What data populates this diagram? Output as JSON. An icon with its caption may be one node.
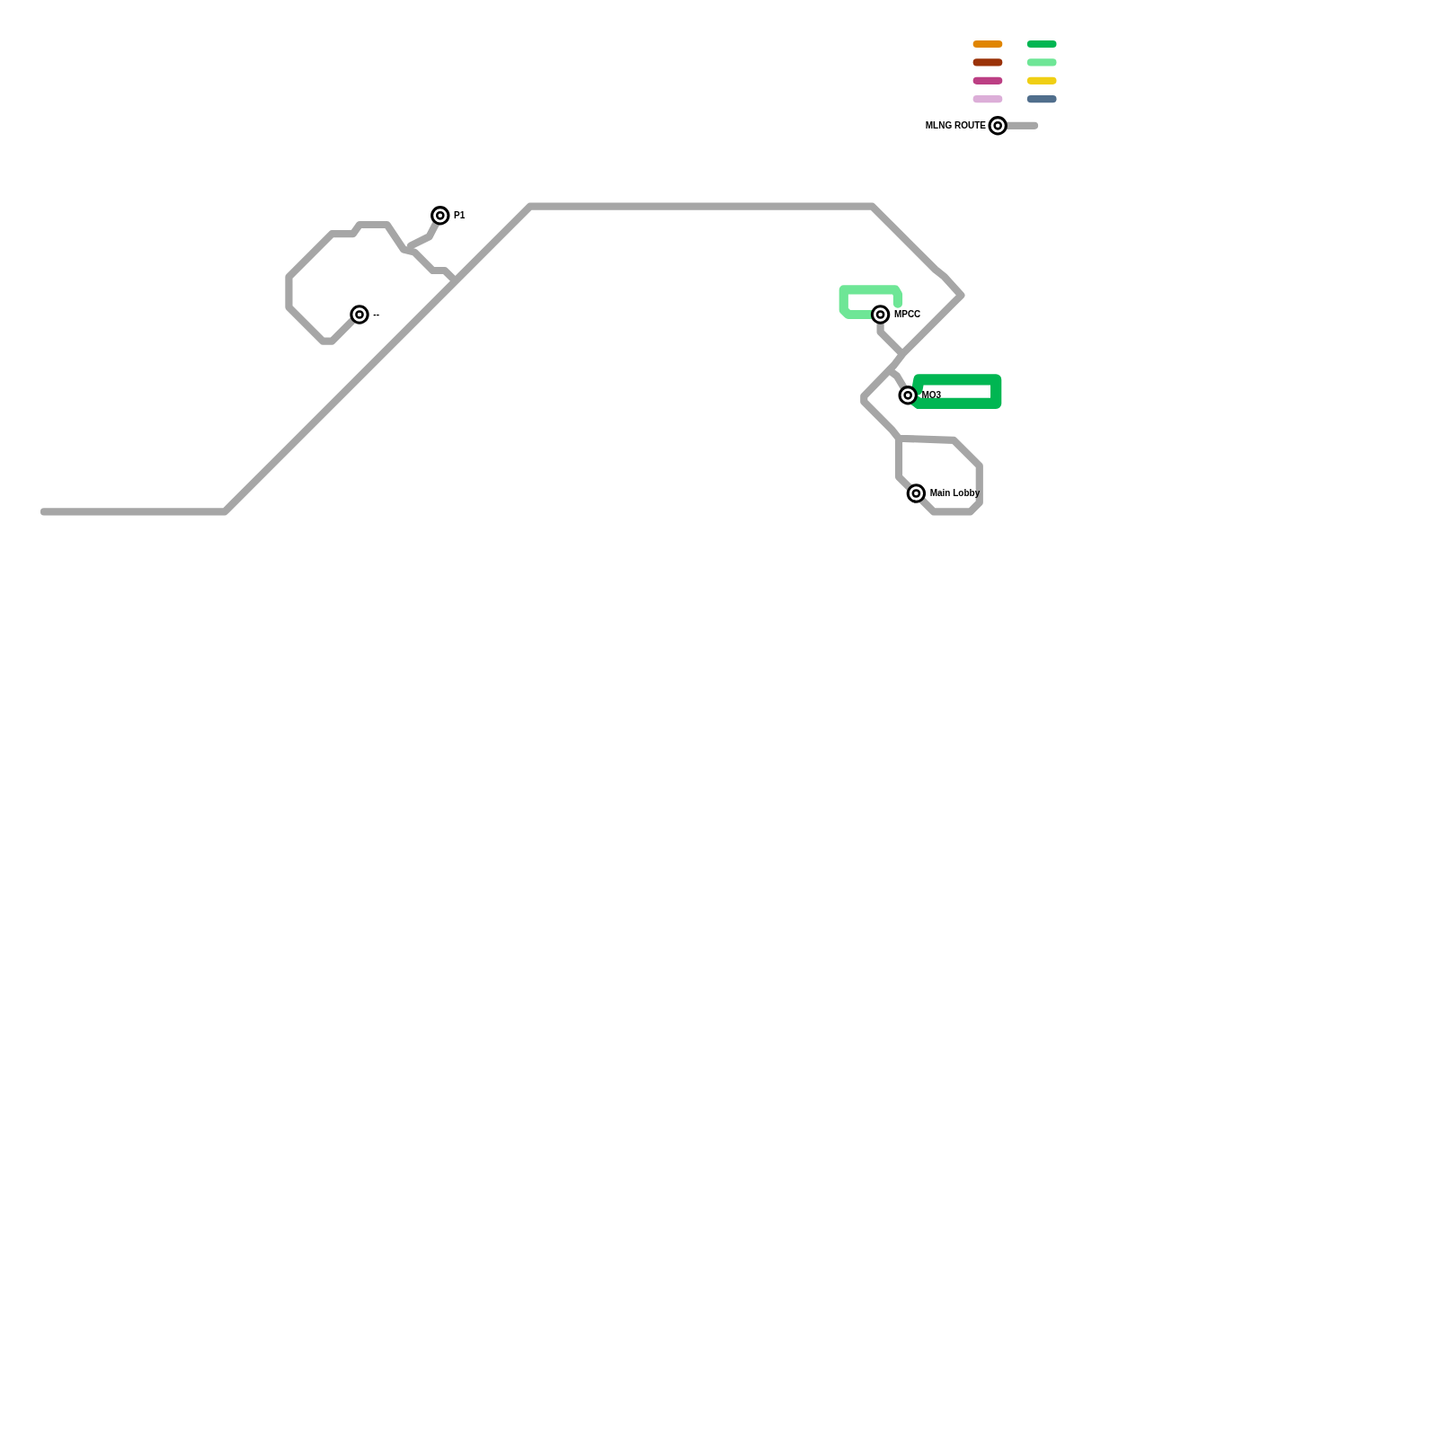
{
  "diagram": {
    "nodes": [
      {
        "text": [
          "P1"
        ]
      },
      {
        "text": [
          "--"
        ]
      },
      {
        "text": [
          "MPCC"
        ]
      },
      {
        "text": [
          "MO3"
        ]
      },
      {
        "text": [
          "Main Lobby"
        ]
      }
    ],
    "legend": [
      {
        "text": "MLNG ROUTE"
      }
    ]
  }
}
